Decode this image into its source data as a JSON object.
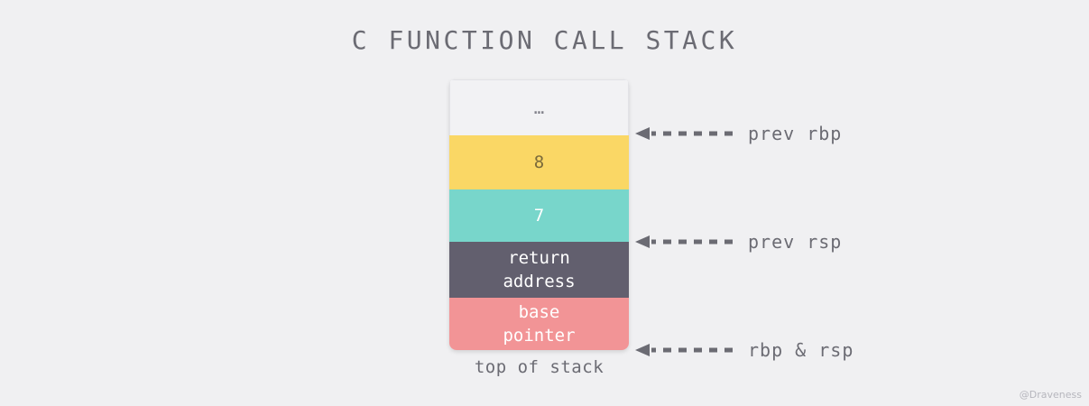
{
  "diagram": {
    "title": "C FUNCTION CALL STACK",
    "caption": "top of stack",
    "watermark": "@Draveness",
    "background_color": "#f0f0f2",
    "text_color": "#6b6b73"
  },
  "stack": {
    "cells": [
      {
        "id": "ellipsis",
        "line1": "…",
        "line2": "",
        "fill": "#f2f2f4",
        "text_color": "#83838c"
      },
      {
        "id": "local-var-8",
        "line1": "8",
        "line2": "",
        "fill": "#fad765",
        "text_color": "#7a6a3a"
      },
      {
        "id": "local-var-7",
        "line1": "7",
        "line2": "",
        "fill": "#78d6cb",
        "text_color": "#ffffff"
      },
      {
        "id": "return-address",
        "line1": "return",
        "line2": "address",
        "fill": "#625f6e",
        "text_color": "#ffffff"
      },
      {
        "id": "base-pointer",
        "line1": "base",
        "line2": "pointer",
        "fill": "#f29496",
        "text_color": "#ffffff"
      }
    ]
  },
  "annotations": [
    {
      "id": "prev-rbp",
      "label": "prev rbp",
      "points_to": "top-of-yellow-cell"
    },
    {
      "id": "prev-rsp",
      "label": "prev rsp",
      "points_to": "top-of-dark-cell"
    },
    {
      "id": "rbp-rsp",
      "label": "rbp & rsp",
      "points_to": "bottom-of-pink-cell"
    }
  ]
}
